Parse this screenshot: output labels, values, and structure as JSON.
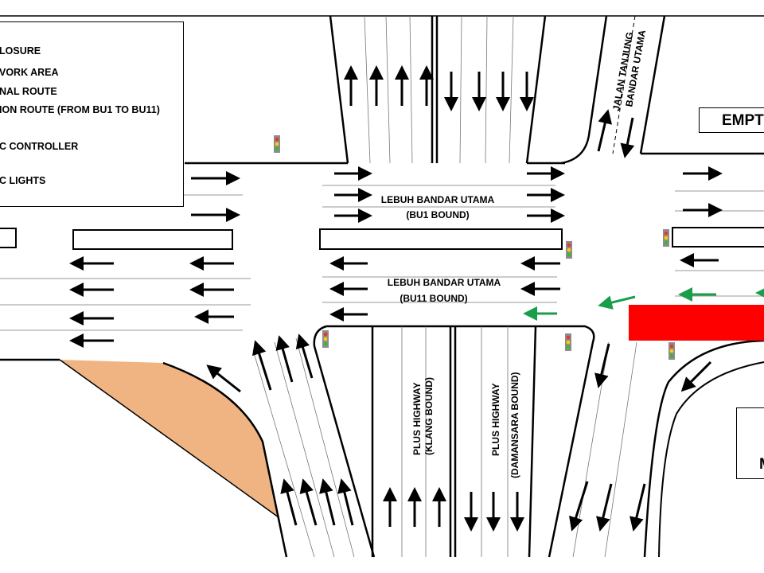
{
  "legend": {
    "items": [
      "LOSURE",
      "VORK AREA",
      "NAL ROUTE",
      "ION ROUTE (FROM BU1 TO BU11)",
      "C CONTROLLER",
      "C LIGHTS"
    ]
  },
  "roads": {
    "bu1_name": "LEBUH BANDAR UTAMA",
    "bu1_bound": "(BU1 BOUND)",
    "bu11_name": "LEBUH BANDAR UTAMA",
    "bu11_bound": "(BU11 BOUND)",
    "jalan_line1": "JALAN TANJUNG",
    "jalan_line2": "BANDAR UTAMA",
    "plus_klang_line1": "PLUS HIGHWAY",
    "plus_klang_line2": "(KLANG BOUND)",
    "plus_damansara_line1": "PLUS HIGHWAY",
    "plus_damansara_line2": "(DAMANSARA BOUND)"
  },
  "boxes": {
    "empty_label": "EMPT",
    "m_label": "M"
  },
  "colors": {
    "closure": "#ff0000",
    "work_area": "#f0b482",
    "diversion": "#1a9e4a",
    "light_body": "#8c8c8c"
  }
}
